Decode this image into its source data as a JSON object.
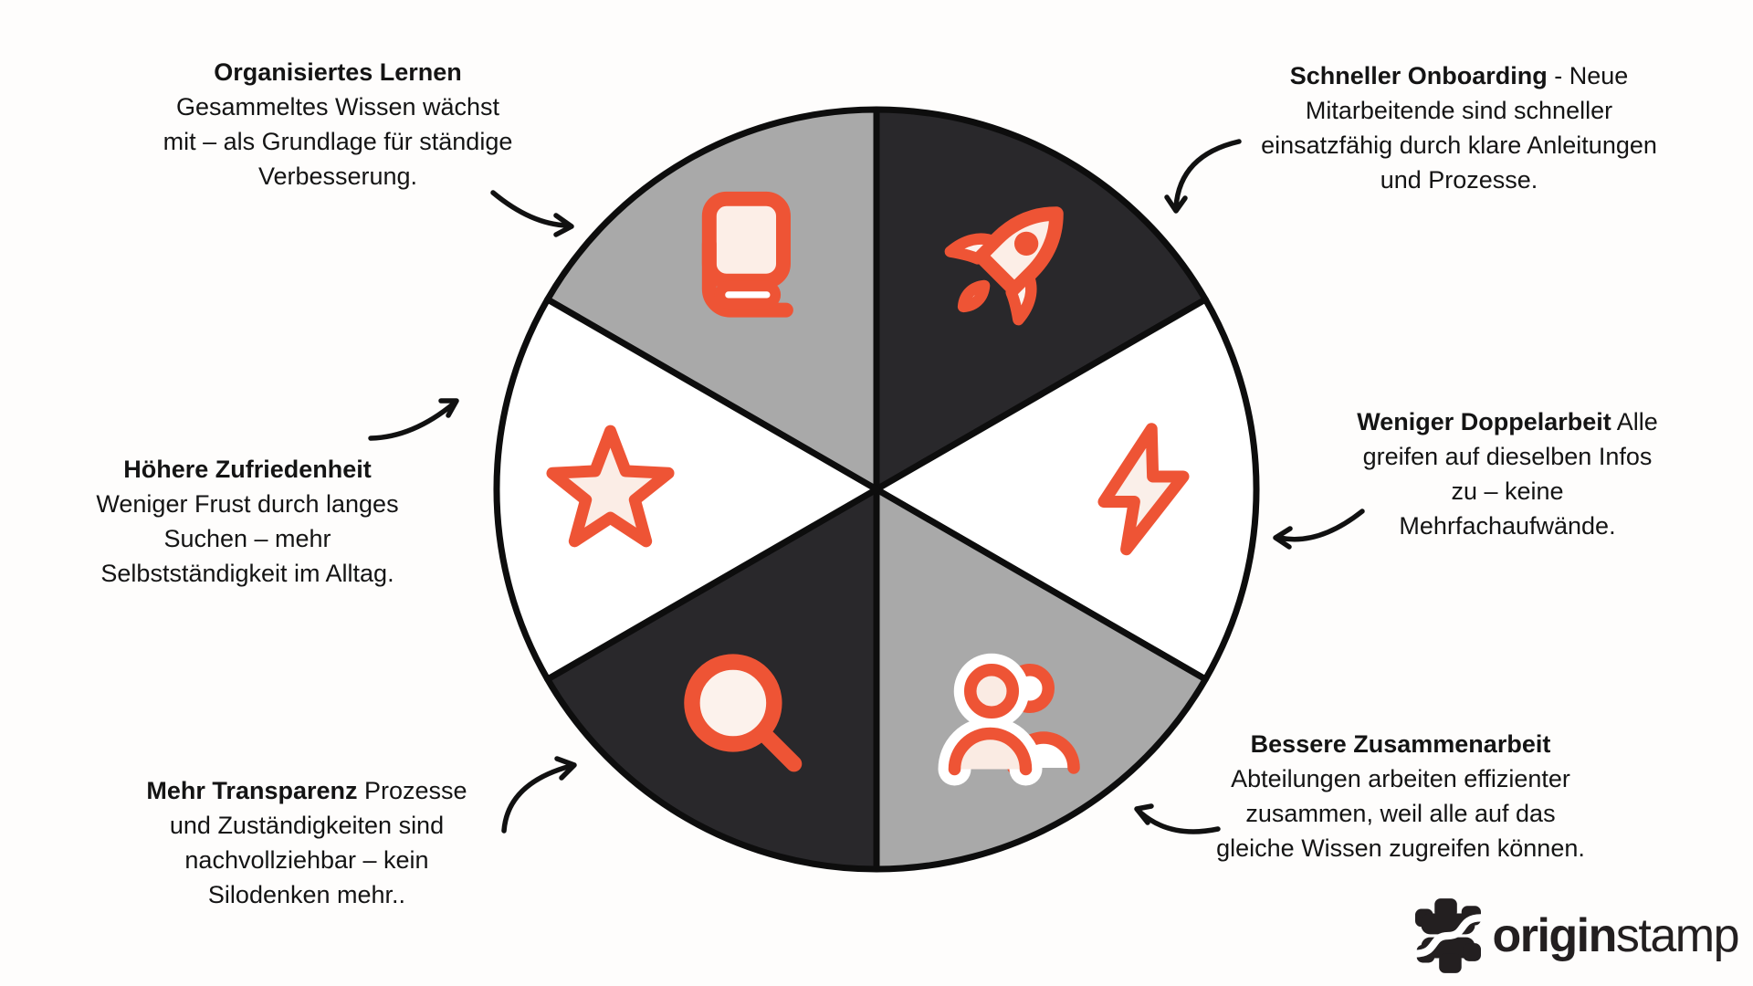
{
  "callouts": [
    {
      "id": "organisiertes-lernen",
      "title": "Organisiertes Lernen",
      "rest": "",
      "lines": [
        "Gesammeltes Wissen wächst",
        "mit – als Grundlage für ständige",
        "Verbesserung."
      ]
    },
    {
      "id": "schneller-onboarding",
      "title": "Schneller Onboarding",
      "rest": " - Neue",
      "lines": [
        "Mitarbeitende sind schneller",
        "einsatzfähig durch klare Anleitungen",
        "und Prozesse."
      ]
    },
    {
      "id": "weniger-doppelarbeit",
      "title": "Weniger Doppelarbeit",
      "rest": " Alle",
      "lines": [
        "greifen auf dieselben Infos",
        "zu – keine",
        "Mehrfachaufwände."
      ]
    },
    {
      "id": "bessere-zusammenarbeit",
      "title": "Bessere Zusammenarbeit",
      "rest": "",
      "lines": [
        "Abteilungen arbeiten effizienter",
        "zusammen, weil alle auf das",
        "gleiche Wissen zugreifen können."
      ]
    },
    {
      "id": "mehr-transparenz",
      "title": "Mehr Transparenz",
      "rest": " Prozesse",
      "lines": [
        "und Zuständigkeiten sind",
        "nachvollziehbar – kein",
        "Silodenken mehr.."
      ]
    },
    {
      "id": "hoehere-zufriedenheit",
      "title": "Höhere Zufriedenheit",
      "rest": "",
      "lines": [
        "Weniger Frust durch langes",
        "Suchen – mehr",
        "Selbstständigkeit im Alltag."
      ]
    }
  ],
  "wheel": {
    "segments": [
      {
        "position": "top-left",
        "icon": "book-icon",
        "color": "#a9a9a9"
      },
      {
        "position": "top-right",
        "icon": "rocket-icon",
        "color": "#29282b"
      },
      {
        "position": "right",
        "icon": "lightning-icon",
        "color": "#ffffff"
      },
      {
        "position": "bottom-right",
        "icon": "people-icon",
        "color": "#a9a9a9"
      },
      {
        "position": "bottom",
        "icon": "magnifier-icon",
        "color": "#29282b"
      },
      {
        "position": "left",
        "icon": "star-icon",
        "color": "#ffffff"
      }
    ],
    "accent_color": "#ee5435",
    "icon_fill_color": "#fceee7",
    "outline_color": "#0d0d0d"
  },
  "logo": {
    "brand_bold": "origin",
    "brand_regular": "stamp",
    "color": "#231f20"
  }
}
